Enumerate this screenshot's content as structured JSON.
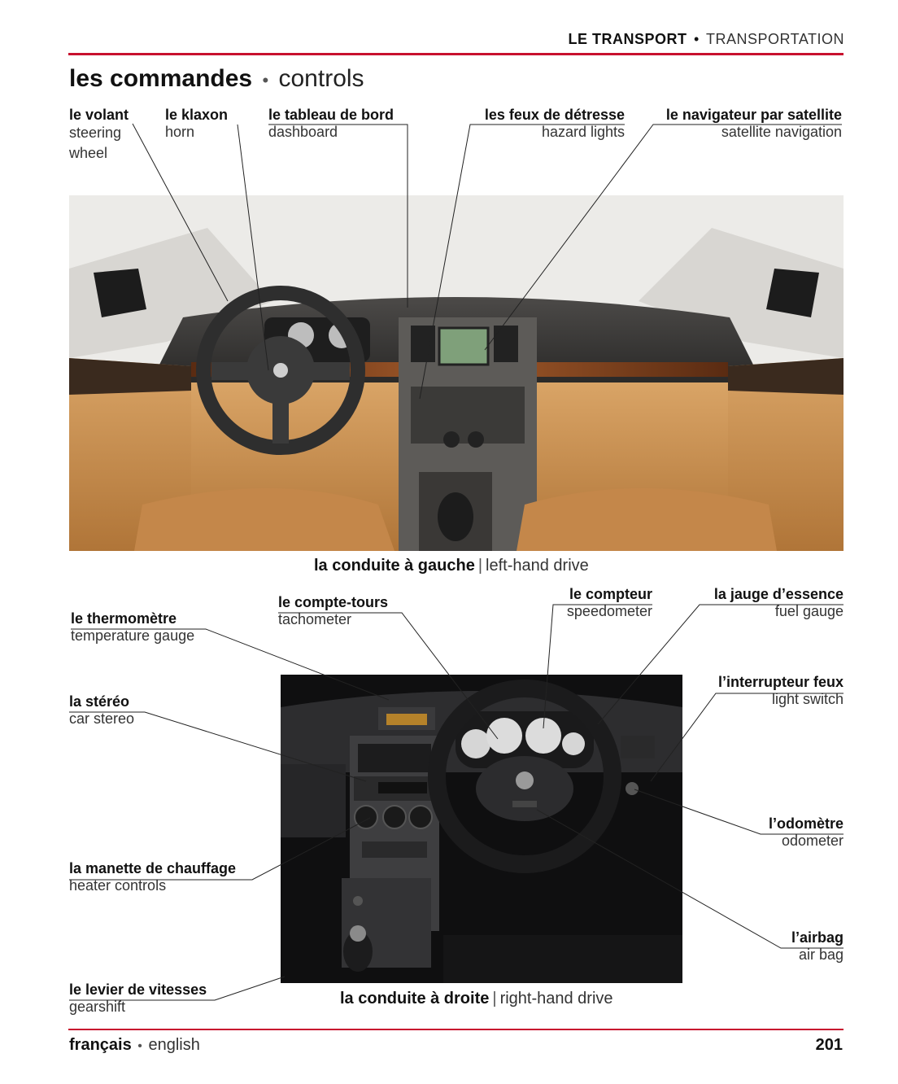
{
  "header": {
    "section_fr": "LE TRANSPORT",
    "bullet": "•",
    "section_en": "TRANSPORTATION"
  },
  "title": {
    "fr": "les commandes",
    "bullet": "•",
    "en": "controls"
  },
  "top_labels": [
    {
      "fr": "le volant",
      "en": "steering wheel"
    },
    {
      "fr": "le klaxon",
      "en": "horn"
    },
    {
      "fr": "le tableau de bord",
      "en": "dashboard"
    },
    {
      "fr": "les feux de détresse",
      "en": "hazard lights"
    },
    {
      "fr": "le navigateur par satellite",
      "en": "satellite navigation"
    }
  ],
  "top_caption": {
    "fr": "la conduite à gauche",
    "sep": "|",
    "en": "left-hand drive"
  },
  "bottom_left_labels": [
    {
      "fr": "le thermomètre",
      "en": "temperature gauge"
    },
    {
      "fr": "la stéréo",
      "en": "car stereo"
    },
    {
      "fr": "la manette de chauffage",
      "en": "heater controls"
    },
    {
      "fr": "le levier de vitesses",
      "en": "gearshift"
    }
  ],
  "bottom_top_labels": [
    {
      "fr": "le compte-tours",
      "en": "tachometer"
    },
    {
      "fr": "le compteur",
      "en": "speedometer"
    },
    {
      "fr": "la jauge d’essence",
      "en": "fuel gauge"
    }
  ],
  "bottom_right_labels": [
    {
      "fr": "l’interrupteur feux",
      "en": "light switch"
    },
    {
      "fr": "l’odomètre",
      "en": "odometer"
    },
    {
      "fr": "l’airbag",
      "en": "air bag"
    }
  ],
  "bottom_caption": {
    "fr": "la conduite à droite",
    "sep": "|",
    "en": "right-hand drive"
  },
  "footer": {
    "fr": "français",
    "bullet": "•",
    "en": "english",
    "page": "201"
  },
  "colors": {
    "accent_red": "#c8102e",
    "tan_leather": "#c98a48",
    "dark_interior": "#2a2a2c"
  }
}
